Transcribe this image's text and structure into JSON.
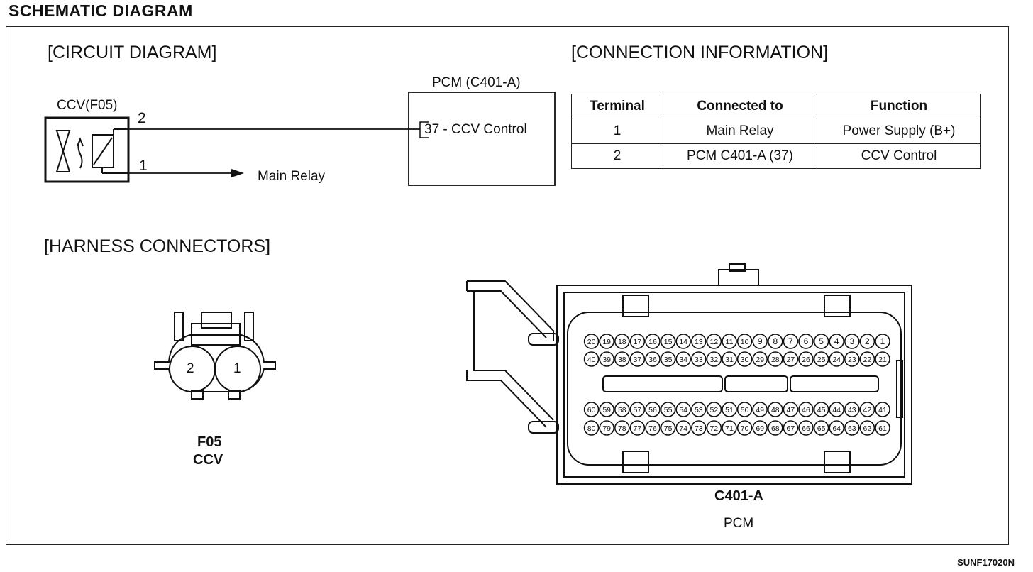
{
  "header": {
    "title": "SCHEMATIC DIAGRAM"
  },
  "sections": {
    "circuit": "[CIRCUIT DIAGRAM]",
    "connection": "[CONNECTION INFORMATION]",
    "harness": "[HARNESS CONNECTORS]"
  },
  "circuit": {
    "ccv_label": "CCV(F05)",
    "pin2": "2",
    "pin1": "1",
    "main_relay": "Main Relay",
    "pcm_label": "PCM (C401-A)",
    "pcm_terminal": "37 - CCV Control"
  },
  "table": {
    "headers": [
      "Terminal",
      "Connected to",
      "Function"
    ],
    "rows": [
      [
        "1",
        "Main Relay",
        "Power Supply (B+)"
      ],
      [
        "2",
        "PCM C401-A (37)",
        "CCV Control"
      ]
    ]
  },
  "harness": {
    "f05_pins": [
      "2",
      "1"
    ],
    "f05_name": "F05",
    "f05_desc": "CCV",
    "c401_name": "C401-A",
    "c401_desc": "PCM"
  },
  "footer": {
    "code": "SUNF17020N"
  }
}
